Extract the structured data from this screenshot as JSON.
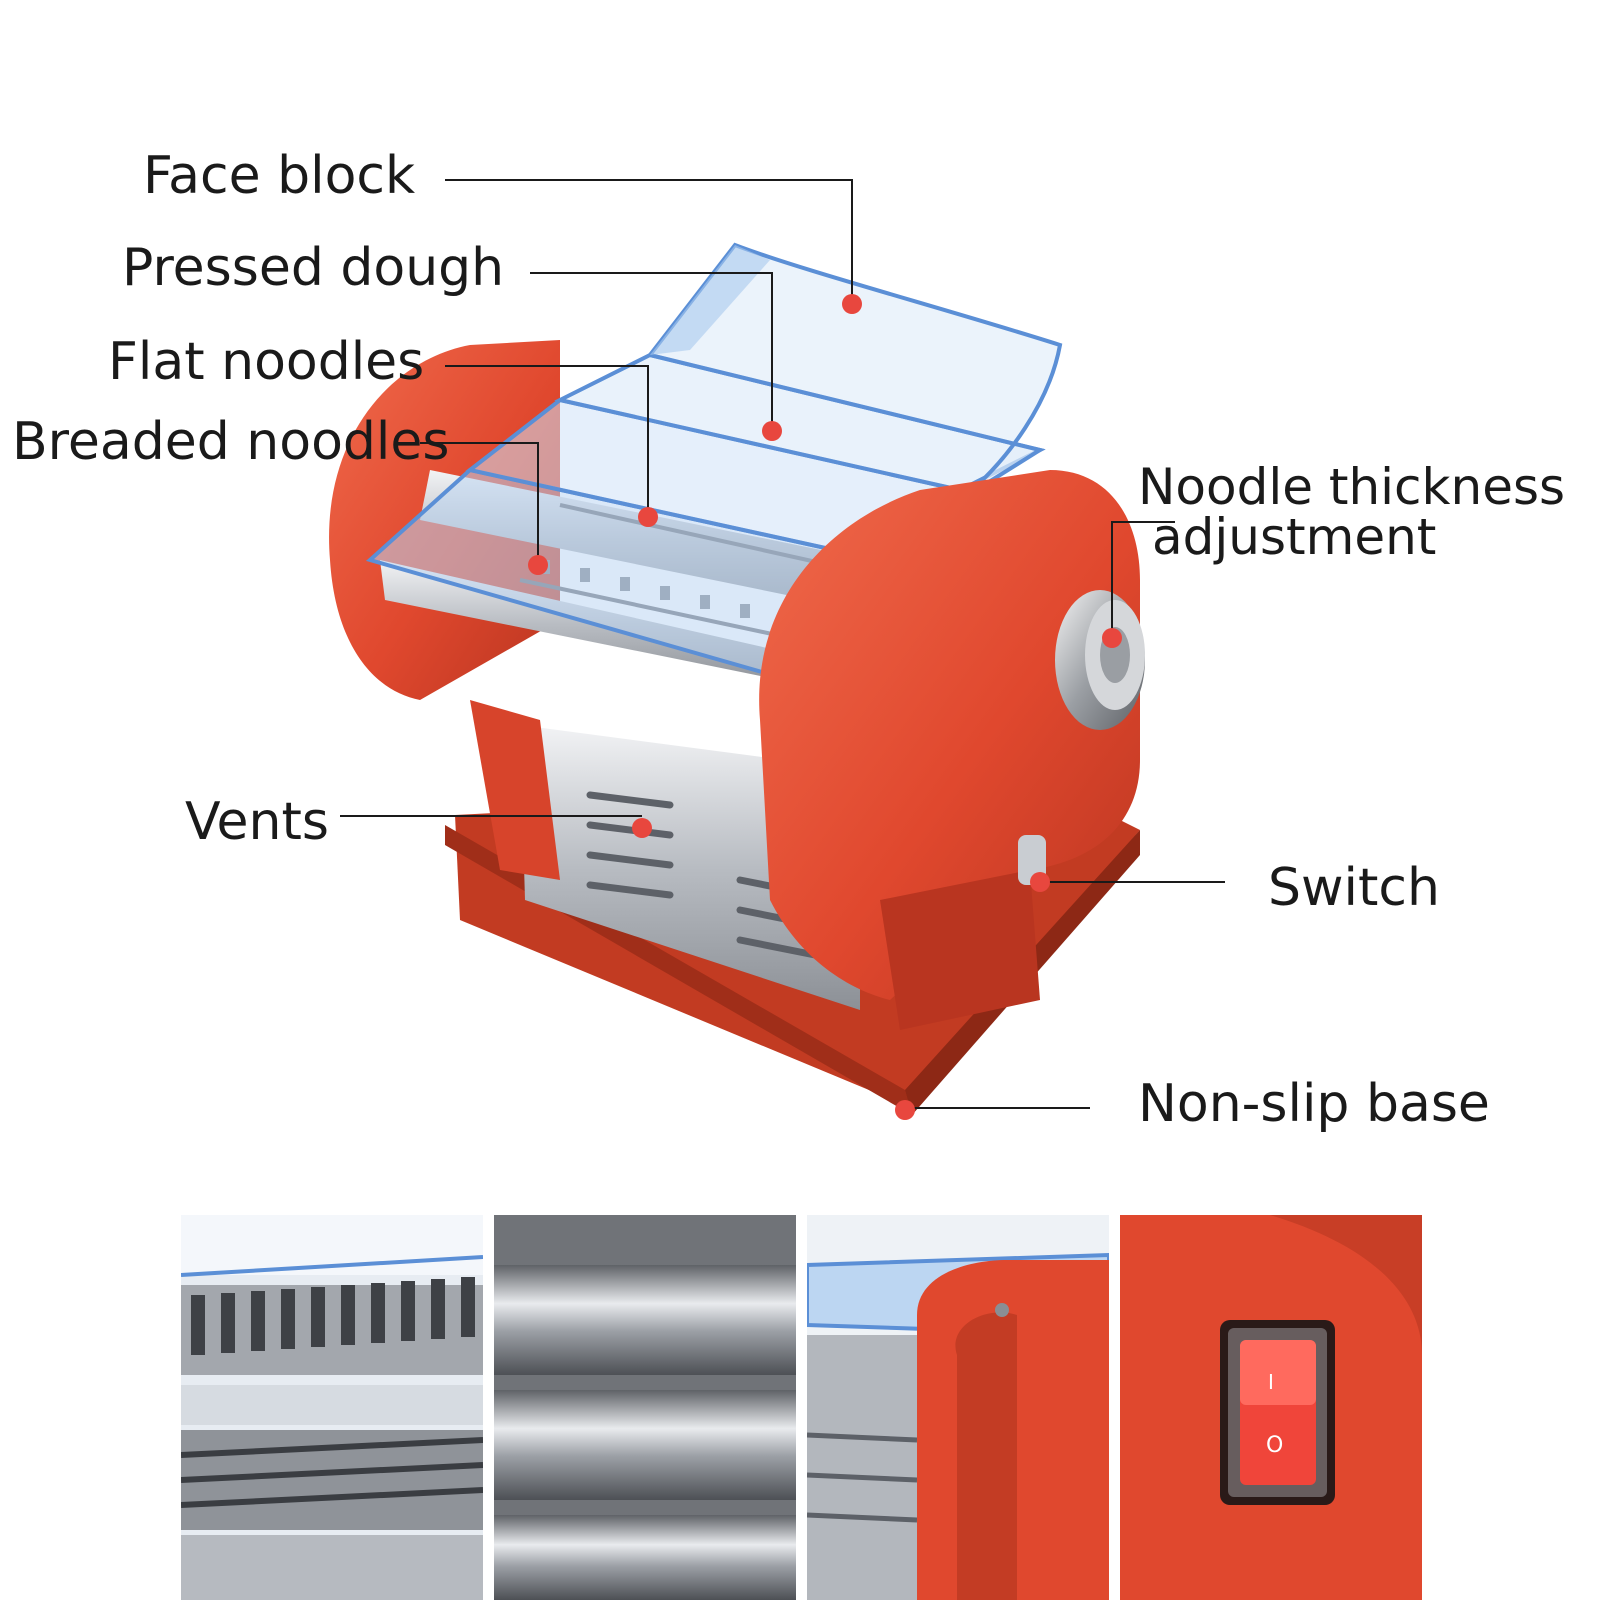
{
  "colors": {
    "body_red": "#e0482e",
    "body_red_dark": "#b93520",
    "body_red_light": "#f06a4c",
    "cover_blue": "#bcd6f2",
    "cover_edge": "#5b8fd6",
    "steel": "#c9cdd2",
    "marker_dot": "#e8473e",
    "leader_line": "#1a1a1a"
  },
  "callouts": [
    {
      "id": "face-block",
      "label": "Face block"
    },
    {
      "id": "pressed-dough",
      "label": "Pressed dough"
    },
    {
      "id": "flat-noodles",
      "label": "Flat noodles"
    },
    {
      "id": "breaded-noodles",
      "label": "Breaded noodles"
    },
    {
      "id": "noodle-thickness",
      "label_line1": "Noodle thickness",
      "label_line2": "adjustment"
    },
    {
      "id": "vents",
      "label": "Vents"
    },
    {
      "id": "switch",
      "label": "Switch"
    },
    {
      "id": "non-slip-base",
      "label": "Non-slip base"
    }
  ],
  "detail_panels": [
    {
      "icon": "cutter-rollers-closeup"
    },
    {
      "icon": "smooth-roller-closeup"
    },
    {
      "icon": "side-housing-closeup"
    },
    {
      "icon": "power-switch-closeup",
      "switch_on": "I",
      "switch_off": "O"
    }
  ]
}
